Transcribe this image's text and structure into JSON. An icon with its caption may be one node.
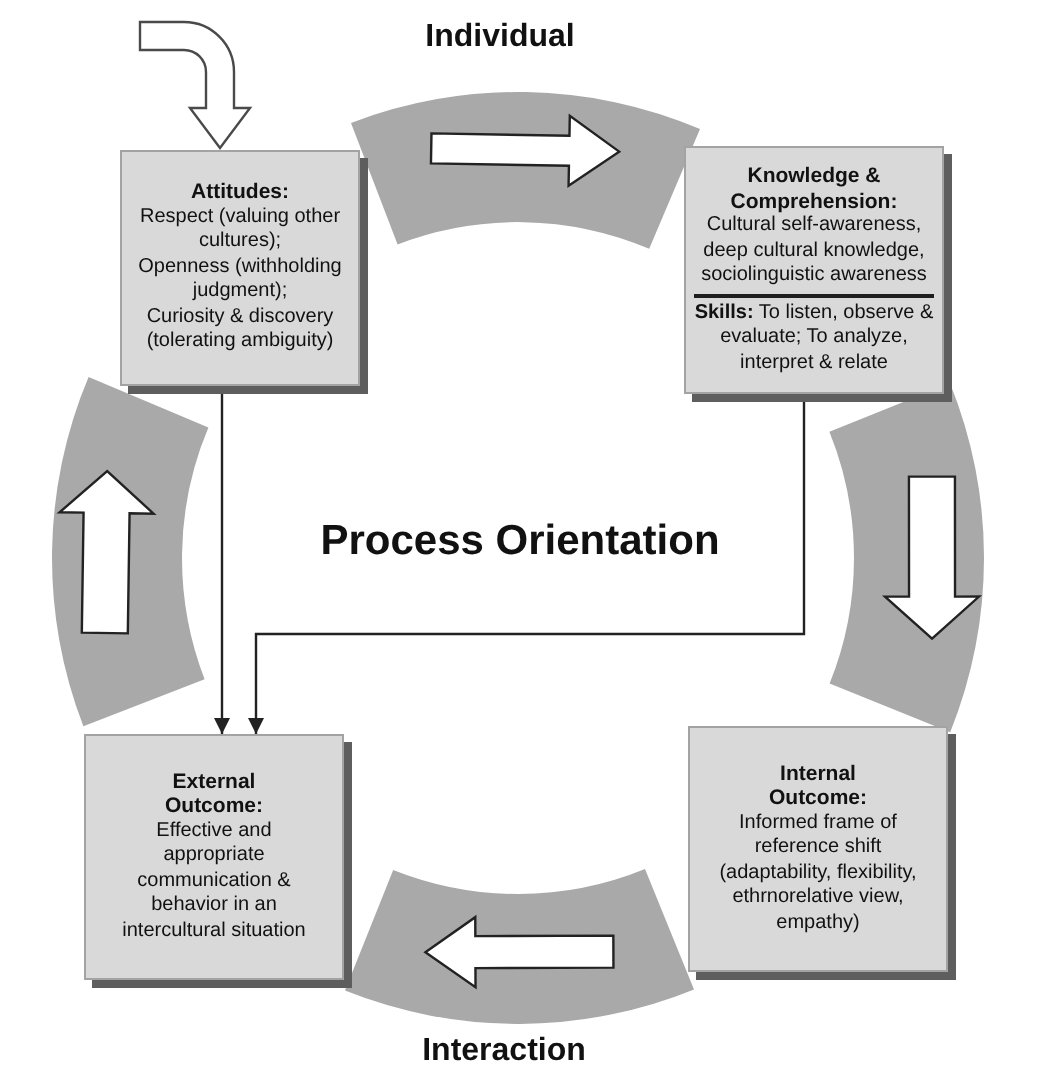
{
  "diagram": {
    "nodes": [
      {
        "text": [
          "Attitudes:",
          "Respect (valuing other cultures);",
          "Openness (withholding judgment);",
          "Curiosity & discovery (tolerating ambiguity)"
        ]
      },
      {
        "text": [
          "Knowledge & Comprehension:",
          "Cultural self-awareness, deep cultural knowledge, sociolinguistic awareness",
          "**Skills:** To listen, observe & evaluate; To analyze, interpret & relate"
        ]
      },
      {
        "text": [
          "External Outcome:",
          "Effective and appropriate communication & behavior in an intercultural situation"
        ]
      },
      {
        "text": [
          "Internal Outcome:",
          "Informed frame of reference shift (adaptability, flexibility, ethrnorelative view, empathy)"
        ]
      }
    ],
    "edges": [
      {
        "from": null,
        "to": 0,
        "arrow": "to"
      },
      {
        "from": 0,
        "to": 1,
        "arrow": "to"
      },
      {
        "from": 1,
        "to": 3,
        "arrow": "to"
      },
      {
        "from": 3,
        "to": 2,
        "arrow": "to"
      },
      {
        "from": 2,
        "to": 0,
        "arrow": "to"
      },
      {
        "from": 0,
        "to": 2,
        "arrow": "to"
      },
      {
        "from": 1,
        "to": 2,
        "arrow": "to"
      }
    ],
    "labels": [
      "Individual",
      "Process Orientation",
      "Interaction"
    ]
  }
}
